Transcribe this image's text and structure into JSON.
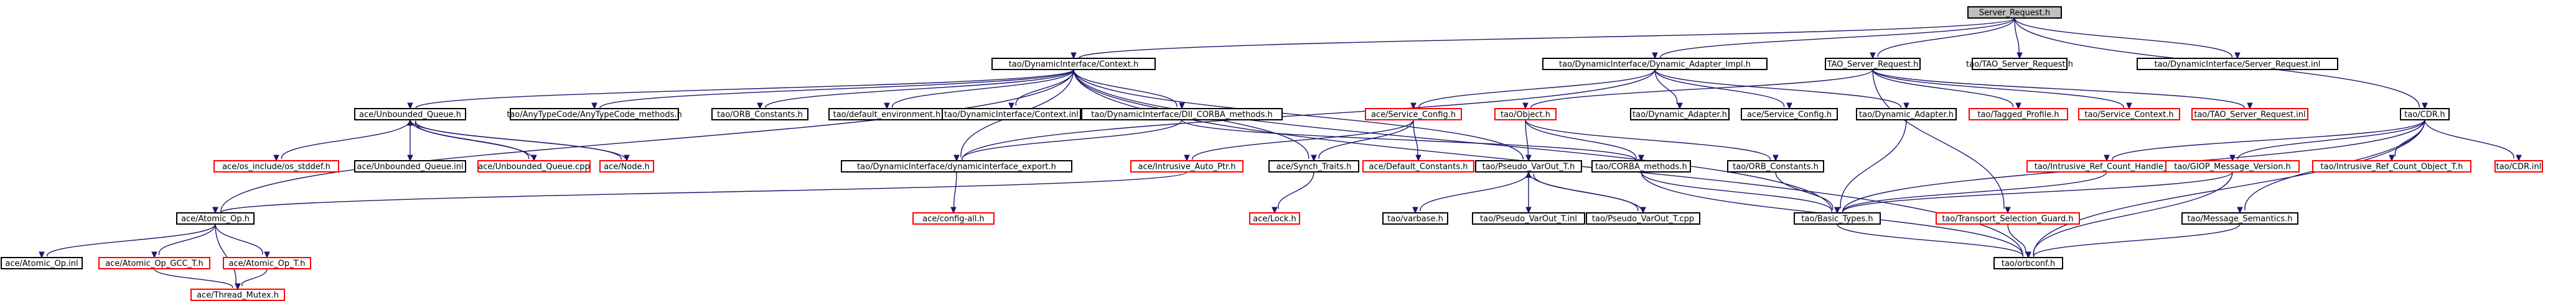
{
  "colors": {
    "edge": "#191970",
    "root_fill": "#bfbfbf",
    "root_border": "#000000",
    "doc_border": "#000000",
    "undoc_border": "#ff0000",
    "node_fill": "#ffffff"
  },
  "nodes": [
    {
      "id": "server_request_h",
      "label": "Server_Request.h",
      "style": "root"
    },
    {
      "id": "dii_context_h",
      "label": "tao/DynamicInterface/Context.h",
      "style": "doc"
    },
    {
      "id": "dii_dynamic_adapter_impl_h",
      "label": "tao/DynamicInterface/Dynamic_Adapter_Impl.h",
      "style": "doc"
    },
    {
      "id": "tao_server_request_h_a",
      "label": "TAO_Server_Request.h",
      "style": "doc"
    },
    {
      "id": "tao_tao_server_request_h",
      "label": "tao/TAO_Server_Request.h",
      "style": "doc"
    },
    {
      "id": "dii_server_request_inl",
      "label": "tao/DynamicInterface/Server_Request.inl",
      "style": "doc"
    },
    {
      "id": "tao_cdr_h",
      "label": "tao/CDR.h",
      "style": "doc"
    },
    {
      "id": "ace_unbounded_queue_h",
      "label": "ace/Unbounded_Queue.h",
      "style": "doc"
    },
    {
      "id": "tao_anytypecode_methods_h",
      "label": "tao/AnyTypeCode/AnyTypeCode_methods.h",
      "style": "doc"
    },
    {
      "id": "tao_orb_constants_h_top",
      "label": "tao/ORB_Constants.h",
      "style": "doc"
    },
    {
      "id": "tao_default_environment_h",
      "label": "tao/default_environment.h",
      "style": "doc"
    },
    {
      "id": "dii_context_inl",
      "label": "tao/DynamicInterface/Context.inl",
      "style": "doc"
    },
    {
      "id": "dii_dii_corba_methods_h",
      "label": "tao/DynamicInterface/DII_CORBA_methods.h",
      "style": "doc"
    },
    {
      "id": "tao_object_h",
      "label": "tao/Object.h",
      "style": "undoc"
    },
    {
      "id": "ace_service_config_h",
      "label": "ace/Service_Config.h",
      "style": "undoc"
    },
    {
      "id": "tao_dynamic_adapter_h_mid",
      "label": "tao/Dynamic_Adapter.h",
      "style": "doc"
    },
    {
      "id": "ace_service_config_h_plain",
      "label": "ace/Service_Config.h",
      "style": "doc"
    },
    {
      "id": "tao_dynamic_adapter_h",
      "label": "tao/Dynamic_Adapter.h",
      "style": "doc"
    },
    {
      "id": "tao_tagged_profile_h",
      "label": "tao/Tagged_Profile.h",
      "style": "undoc"
    },
    {
      "id": "tao_service_context_h",
      "label": "tao/Service_Context.h",
      "style": "undoc"
    },
    {
      "id": "tao_tao_server_request_inl",
      "label": "tao/TAO_Server_Request.inl",
      "style": "undoc"
    },
    {
      "id": "ace_os_stddef_h",
      "label": "ace/os_include/os_stddef.h",
      "style": "undoc"
    },
    {
      "id": "ace_unbounded_queue_inl",
      "label": "ace/Unbounded_Queue.inl",
      "style": "doc"
    },
    {
      "id": "ace_unbounded_queue_cpp",
      "label": "ace/Unbounded_Queue.cpp",
      "style": "undoc"
    },
    {
      "id": "ace_node_h",
      "label": "ace/Node.h",
      "style": "undoc"
    },
    {
      "id": "dii_dynamicinterface_export_h",
      "label": "tao/DynamicInterface/dynamicinterface_export.h",
      "style": "doc"
    },
    {
      "id": "ace_intrusive_auto_ptr_h",
      "label": "ace/Intrusive_Auto_Ptr.h",
      "style": "undoc"
    },
    {
      "id": "ace_synch_traits_h",
      "label": "ace/Synch_Traits.h",
      "style": "doc"
    },
    {
      "id": "ace_default_constants_h",
      "label": "ace/Default_Constants.h",
      "style": "undoc"
    },
    {
      "id": "tao_pseudo_varout_t_h",
      "label": "tao/Pseudo_VarOut_T.h",
      "style": "doc"
    },
    {
      "id": "tao_corba_methods_h",
      "label": "tao/CORBA_methods.h",
      "style": "doc"
    },
    {
      "id": "tao_orb_constants_h",
      "label": "tao/ORB_Constants.h",
      "style": "doc"
    },
    {
      "id": "tao_intrusive_ref_count_handle_t_h",
      "label": "tao/Intrusive_Ref_Count_Handle_T.h",
      "style": "undoc"
    },
    {
      "id": "tao_giop_message_version_h",
      "label": "tao/GIOP_Message_Version.h",
      "style": "undoc"
    },
    {
      "id": "tao_intrusive_ref_count_object_t_h",
      "label": "tao/Intrusive_Ref_Count_Object_T.h",
      "style": "undoc"
    },
    {
      "id": "tao_cdr_inl",
      "label": "tao/CDR.inl",
      "style": "undoc"
    },
    {
      "id": "ace_atomic_op_h",
      "label": "ace/Atomic_Op.h",
      "style": "doc"
    },
    {
      "id": "ace_config_all_h",
      "label": "ace/config-all.h",
      "style": "undoc"
    },
    {
      "id": "ace_lock_h",
      "label": "ace/Lock.h",
      "style": "undoc"
    },
    {
      "id": "tao_varbase_h",
      "label": "tao/varbase.h",
      "style": "doc"
    },
    {
      "id": "tao_pseudo_varout_t_inl",
      "label": "tao/Pseudo_VarOut_T.inl",
      "style": "doc"
    },
    {
      "id": "tao_pseudo_varout_t_cpp",
      "label": "tao/Pseudo_VarOut_T.cpp",
      "style": "doc"
    },
    {
      "id": "tao_basic_types_h",
      "label": "tao/Basic_Types.h",
      "style": "doc"
    },
    {
      "id": "tao_transport_selection_guard_h",
      "label": "tao/Transport_Selection_Guard.h",
      "style": "undoc"
    },
    {
      "id": "tao_message_semantics_h",
      "label": "tao/Message_Semantics.h",
      "style": "doc"
    },
    {
      "id": "ace_atomic_op_inl",
      "label": "ace/Atomic_Op.inl",
      "style": "doc"
    },
    {
      "id": "ace_atomic_op_gcc_t_h",
      "label": "ace/Atomic_Op_GCC_T.h",
      "style": "undoc"
    },
    {
      "id": "ace_atomic_op_t_h",
      "label": "ace/Atomic_Op_T.h",
      "style": "undoc"
    },
    {
      "id": "tao_orbconf_h",
      "label": "tao/orbconf.h",
      "style": "doc"
    },
    {
      "id": "ace_thread_mutex_h",
      "label": "ace/Thread_Mutex.h",
      "style": "undoc"
    }
  ],
  "edges": [
    [
      "server_request_h",
      "dii_context_h"
    ],
    [
      "server_request_h",
      "dii_dynamic_adapter_impl_h"
    ],
    [
      "server_request_h",
      "tao_tao_server_request_h"
    ],
    [
      "server_request_h",
      "tao_server_request_h_a"
    ],
    [
      "server_request_h",
      "dii_server_request_inl"
    ],
    [
      "server_request_h",
      "tao_cdr_h"
    ],
    [
      "dii_context_h",
      "ace_unbounded_queue_h"
    ],
    [
      "dii_context_h",
      "tao_anytypecode_methods_h"
    ],
    [
      "dii_context_h",
      "tao_orb_constants_h_top"
    ],
    [
      "dii_context_h",
      "tao_default_environment_h"
    ],
    [
      "dii_context_h",
      "dii_context_inl"
    ],
    [
      "dii_context_h",
      "dii_dii_corba_methods_h"
    ],
    [
      "dii_context_h",
      "tao_pseudo_varout_t_h"
    ],
    [
      "dii_context_h",
      "ace_atomic_op_h"
    ],
    [
      "dii_context_h",
      "ace_synch_traits_h"
    ],
    [
      "dii_context_h",
      "tao_orbconf_h"
    ],
    [
      "dii_context_h",
      "tao_basic_types_h"
    ],
    [
      "dii_context_h",
      "dii_dynamicinterface_export_h"
    ],
    [
      "dii_dynamic_adapter_impl_h",
      "ace_service_config_h"
    ],
    [
      "dii_dynamic_adapter_impl_h",
      "tao_dynamic_adapter_h_mid"
    ],
    [
      "dii_dynamic_adapter_impl_h",
      "ace_service_config_h_plain"
    ],
    [
      "dii_dynamic_adapter_impl_h",
      "tao_dynamic_adapter_h"
    ],
    [
      "dii_dynamic_adapter_impl_h",
      "dii_dynamicinterface_export_h"
    ],
    [
      "tao_server_request_h_a",
      "tao_object_h"
    ],
    [
      "tao_server_request_h_a",
      "tao_tagged_profile_h"
    ],
    [
      "tao_server_request_h_a",
      "tao_service_context_h"
    ],
    [
      "tao_server_request_h_a",
      "tao_tao_server_request_inl"
    ],
    [
      "tao_server_request_h_a",
      "tao_transport_selection_guard_h"
    ],
    [
      "tao_cdr_h",
      "tao_basic_types_h"
    ],
    [
      "tao_cdr_h",
      "tao_intrusive_ref_count_handle_t_h"
    ],
    [
      "tao_cdr_h",
      "tao_giop_message_version_h"
    ],
    [
      "tao_cdr_h",
      "tao_intrusive_ref_count_object_t_h"
    ],
    [
      "tao_cdr_h",
      "tao_cdr_inl"
    ],
    [
      "tao_cdr_h",
      "tao_message_semantics_h"
    ],
    [
      "tao_cdr_h",
      "tao_orbconf_h"
    ],
    [
      "ace_unbounded_queue_h",
      "ace_os_stddef_h"
    ],
    [
      "ace_unbounded_queue_h",
      "ace_unbounded_queue_inl"
    ],
    [
      "ace_unbounded_queue_h",
      "ace_unbounded_queue_cpp"
    ],
    [
      "ace_unbounded_queue_h",
      "ace_node_h"
    ],
    [
      "ace_unbounded_queue_cpp",
      "ace_unbounded_queue_h"
    ],
    [
      "ace_node_h",
      "ace_unbounded_queue_h"
    ],
    [
      "dii_dii_corba_methods_h",
      "dii_dynamicinterface_export_h"
    ],
    [
      "dii_dii_corba_methods_h",
      "tao_corba_methods_h"
    ],
    [
      "tao_object_h",
      "tao_pseudo_varout_t_h"
    ],
    [
      "tao_object_h",
      "tao_corba_methods_h"
    ],
    [
      "tao_object_h",
      "tao_orb_constants_h"
    ],
    [
      "ace_service_config_h",
      "ace_intrusive_auto_ptr_h"
    ],
    [
      "ace_service_config_h",
      "ace_synch_traits_h"
    ],
    [
      "ace_service_config_h",
      "ace_default_constants_h"
    ],
    [
      "tao_dynamic_adapter_h",
      "tao_basic_types_h"
    ],
    [
      "dii_dynamicinterface_export_h",
      "ace_config_all_h"
    ],
    [
      "ace_intrusive_auto_ptr_h",
      "ace_atomic_op_h"
    ],
    [
      "ace_synch_traits_h",
      "ace_lock_h"
    ],
    [
      "tao_pseudo_varout_t_h",
      "tao_varbase_h"
    ],
    [
      "tao_pseudo_varout_t_h",
      "tao_pseudo_varout_t_inl"
    ],
    [
      "tao_pseudo_varout_t_h",
      "tao_pseudo_varout_t_cpp"
    ],
    [
      "tao_pseudo_varout_t_cpp",
      "tao_pseudo_varout_t_h"
    ],
    [
      "tao_corba_methods_h",
      "tao_basic_types_h"
    ],
    [
      "tao_corba_methods_h",
      "tao_orbconf_h"
    ],
    [
      "tao_orb_constants_h",
      "tao_basic_types_h"
    ],
    [
      "tao_intrusive_ref_count_handle_t_h",
      "tao_basic_types_h"
    ],
    [
      "tao_giop_message_version_h",
      "tao_basic_types_h"
    ],
    [
      "tao_giop_message_version_h",
      "tao_orbconf_h"
    ],
    [
      "tao_basic_types_h",
      "tao_orbconf_h"
    ],
    [
      "tao_transport_selection_guard_h",
      "tao_orbconf_h"
    ],
    [
      "tao_message_semantics_h",
      "tao_orbconf_h"
    ],
    [
      "ace_atomic_op_h",
      "ace_atomic_op_inl"
    ],
    [
      "ace_atomic_op_h",
      "ace_atomic_op_gcc_t_h"
    ],
    [
      "ace_atomic_op_h",
      "ace_atomic_op_t_h"
    ],
    [
      "ace_atomic_op_h",
      "ace_thread_mutex_h"
    ],
    [
      "ace_atomic_op_gcc_t_h",
      "ace_thread_mutex_h"
    ],
    [
      "ace_atomic_op_t_h",
      "ace_thread_mutex_h"
    ]
  ]
}
